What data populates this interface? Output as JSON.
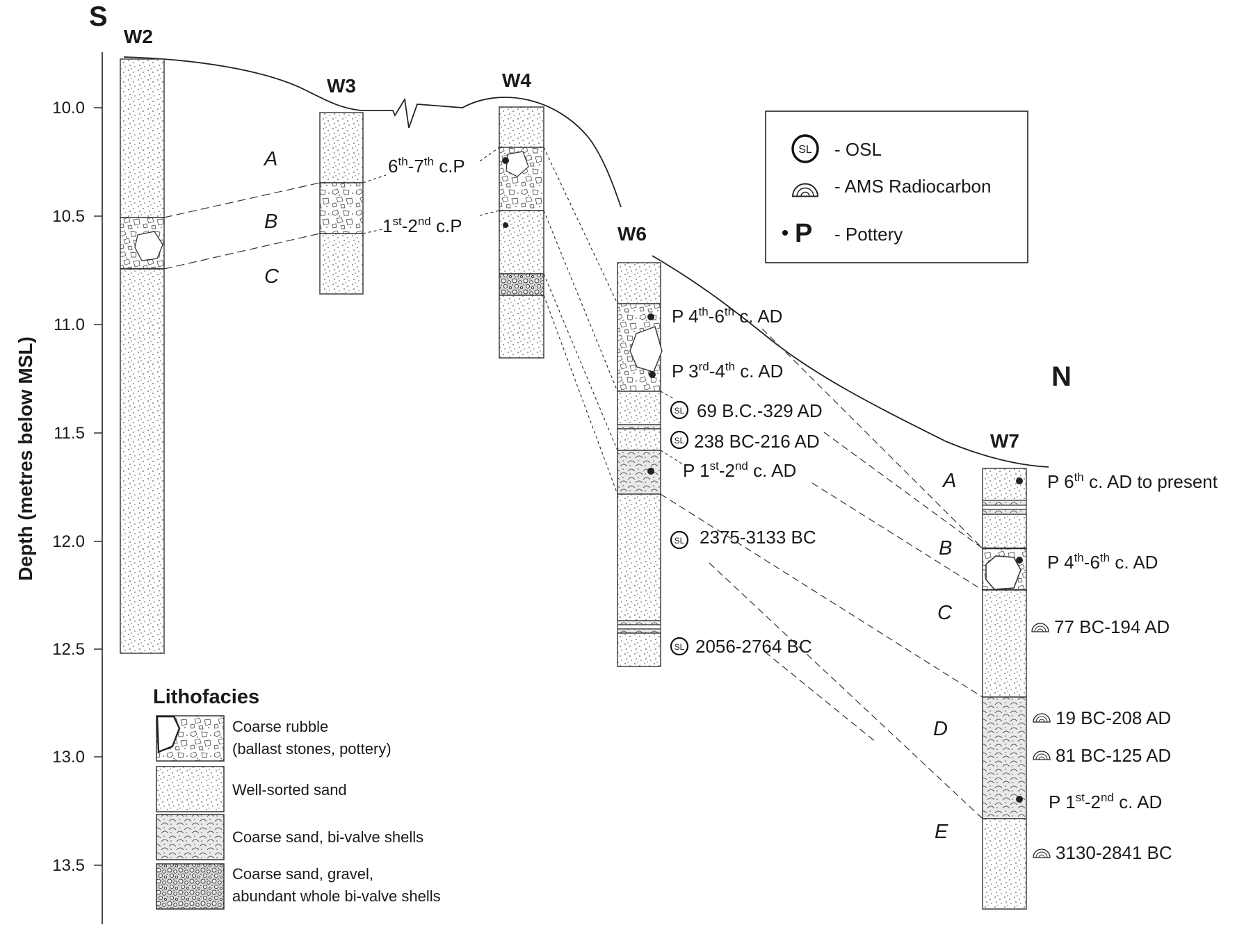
{
  "directions": {
    "south": "S",
    "north": "N"
  },
  "axis": {
    "label": "Depth (metres below MSL)",
    "ticks": [
      "10.0",
      "10.5",
      "11.0",
      "11.5",
      "12.0",
      "12.5",
      "13.0",
      "13.5"
    ]
  },
  "wells": {
    "w2": "W2",
    "w3": "W3",
    "w4": "W4",
    "w6": "W6",
    "w7": "W7"
  },
  "unit_labels": {
    "w3": [
      "A",
      "B",
      "C"
    ],
    "w7": [
      "A",
      "B",
      "C",
      "D",
      "E"
    ]
  },
  "w4_dates": [
    {
      "sup1": "th",
      "n1": "6",
      "n2": "7",
      "sup2": "th",
      "tail": " c.P",
      "pre": ""
    },
    {
      "sup1": "st",
      "n1": "1",
      "n2": "2",
      "sup2": "nd",
      "tail": " c.P",
      "pre": ""
    }
  ],
  "w6_dates": {
    "pottery_1": {
      "pre": "P ",
      "n1": "4",
      "sup1": "th",
      "n2": "6",
      "sup2": "th",
      "tail": " c. AD"
    },
    "pottery_2": {
      "pre": "P ",
      "n1": "3",
      "sup1": "rd",
      "n2": "4",
      "sup2": "th",
      "tail": " c. AD"
    },
    "osl_1": "69 B.C.-329 AD",
    "osl_2": "238 BC-216 AD",
    "pottery_3": {
      "pre": "P ",
      "n1": "1",
      "sup1": "st",
      "n2": "2",
      "sup2": "nd",
      "tail": " c. AD"
    },
    "osl_3": "2375-3133 BC",
    "osl_4": "2056-2764 BC"
  },
  "w7_dates": {
    "pottery_1": {
      "pre": "P ",
      "n1": "6",
      "sup1": "th",
      "tail": " c. AD to present"
    },
    "pottery_2": {
      "pre": "P ",
      "n1": "4",
      "sup1": "th",
      "n2": "6",
      "sup2": "th",
      "tail": " c. AD"
    },
    "ams_1": "77 BC-194 AD",
    "ams_2": "19 BC-208 AD",
    "ams_3": "81 BC-125 AD",
    "pottery_3": {
      "pre": "P ",
      "n1": "1",
      "sup1": "st",
      "n2": "2",
      "sup2": "nd",
      "tail": " c. AD"
    },
    "ams_4": "3130-2841 BC"
  },
  "legend_symbols": {
    "osl_glyph": "SL",
    "osl": "- OSL",
    "ams": "- AMS Radiocarbon",
    "pottery_glyph": "P",
    "pottery": "- Pottery"
  },
  "lithofacies": {
    "title": "Lithofacies",
    "rubble_1": "Coarse rubble",
    "rubble_2": "(ballast stones, pottery)",
    "sand": "Well-sorted sand",
    "shells": "Coarse sand, bi-valve shells",
    "gravel_1": "Coarse sand, gravel,",
    "gravel_2": "abundant whole bi-valve shells"
  },
  "osl_glyph": "SL"
}
